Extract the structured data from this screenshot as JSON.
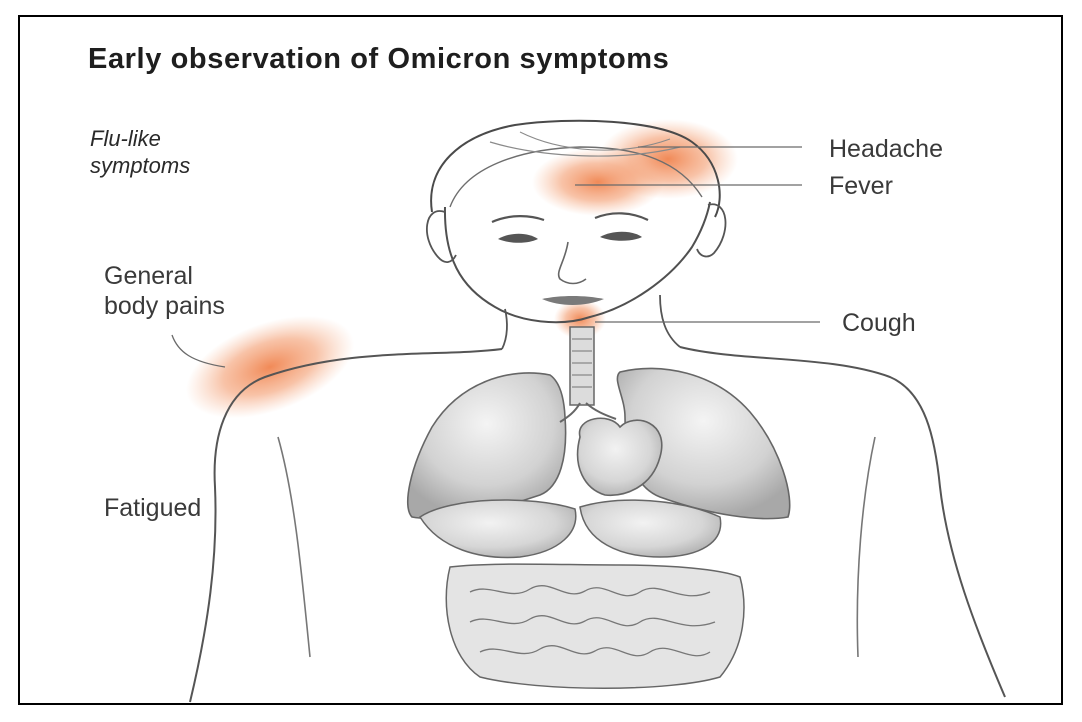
{
  "title": "Early observation of Omicron symptoms",
  "category_label": [
    "Flu-like",
    "symptoms"
  ],
  "symptoms": {
    "headache": "Headache",
    "fever": "Fever",
    "general_body_pains": [
      "General",
      "body pains"
    ],
    "cough": "Cough",
    "fatigued": "Fatigued"
  },
  "colors": {
    "highlight": "#f0844f",
    "line": "#6a6a6a",
    "border": "#000000",
    "text": "#3a3a3a"
  }
}
